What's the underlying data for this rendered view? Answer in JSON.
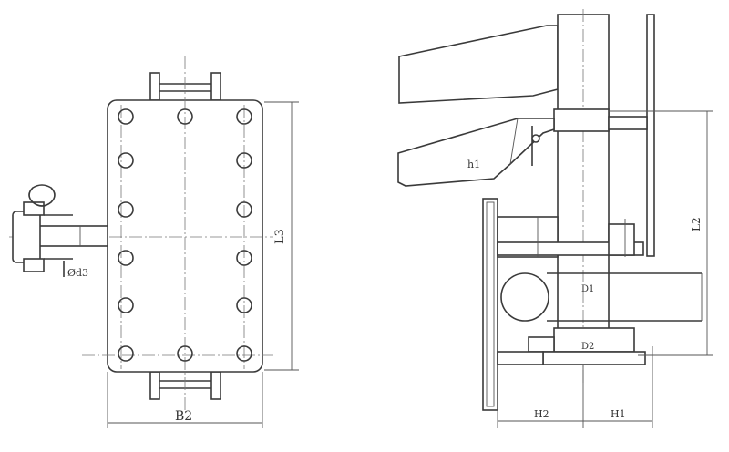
{
  "drawing": {
    "labels": {
      "b2": "B2",
      "l3": "L3",
      "d3": "Ød3",
      "h1_arm": "h1",
      "l2": "L2",
      "d1": "D1",
      "d2": "D2",
      "h2_bottom": "H2",
      "h1_bottom": "H1"
    },
    "colors": {
      "line": "#3a3a3a",
      "background": "#ffffff"
    }
  }
}
